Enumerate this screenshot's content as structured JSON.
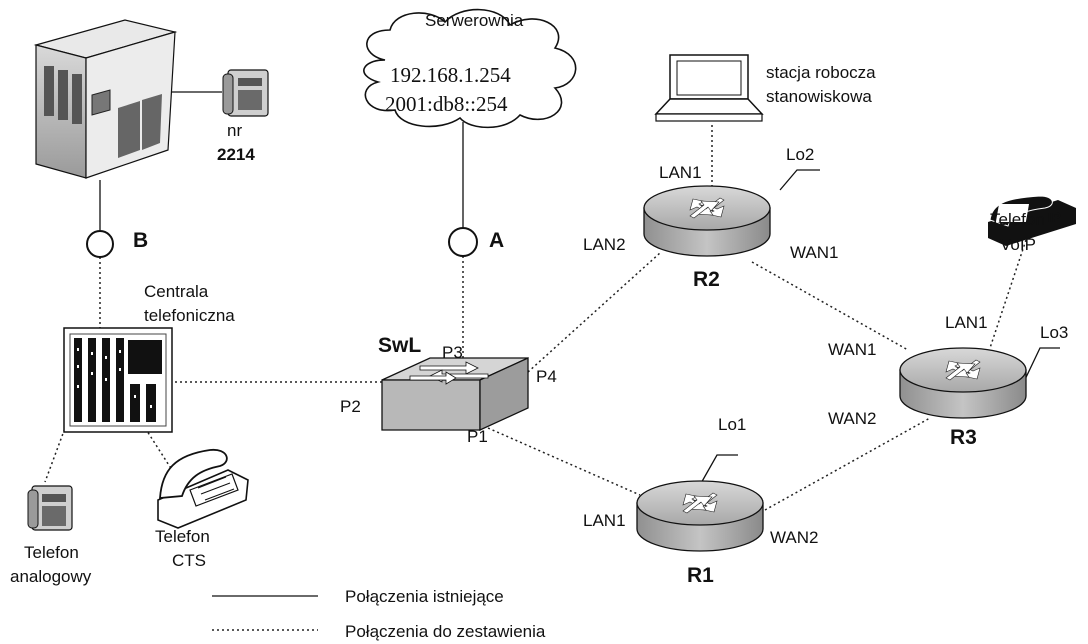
{
  "nodes": {
    "server_room": "Serwerownia",
    "cloud_ipv4": "192.168.1.254",
    "cloud_ipv6": "2001:db8::254",
    "workstation": [
      "stacja robocza",
      "stanowiskowa"
    ],
    "pbx": [
      "Centrala",
      "telefoniczna"
    ],
    "phone_number_prefix": "nr",
    "phone_number": "2214",
    "phone_voip": [
      "Telefon",
      "VoIP"
    ],
    "phone_analog": [
      "Telefon",
      "analogowy"
    ],
    "phone_cts": [
      "Telefon",
      "CTS"
    ],
    "switch": "SwL",
    "r1": "R1",
    "r2": "R2",
    "r3": "R3"
  },
  "links": {
    "point_a": "A",
    "point_b": "B"
  },
  "ports": {
    "sw_p1": "P1",
    "sw_p2": "P2",
    "sw_p3": "P3",
    "sw_p4": "P4",
    "r2_lan1": "LAN1",
    "r2_lan2": "LAN2",
    "r2_wan1": "WAN1",
    "r2_lo": "Lo2",
    "r3_lan1": "LAN1",
    "r3_wan1": "WAN1",
    "r3_wan2": "WAN2",
    "r3_lo": "Lo3",
    "r1_lan1": "LAN1",
    "r1_wan2": "WAN2",
    "r1_lo": "Lo1"
  },
  "legend": {
    "solid": "Połączenia istniejące",
    "dotted": "Połączenia do zestawienia"
  }
}
